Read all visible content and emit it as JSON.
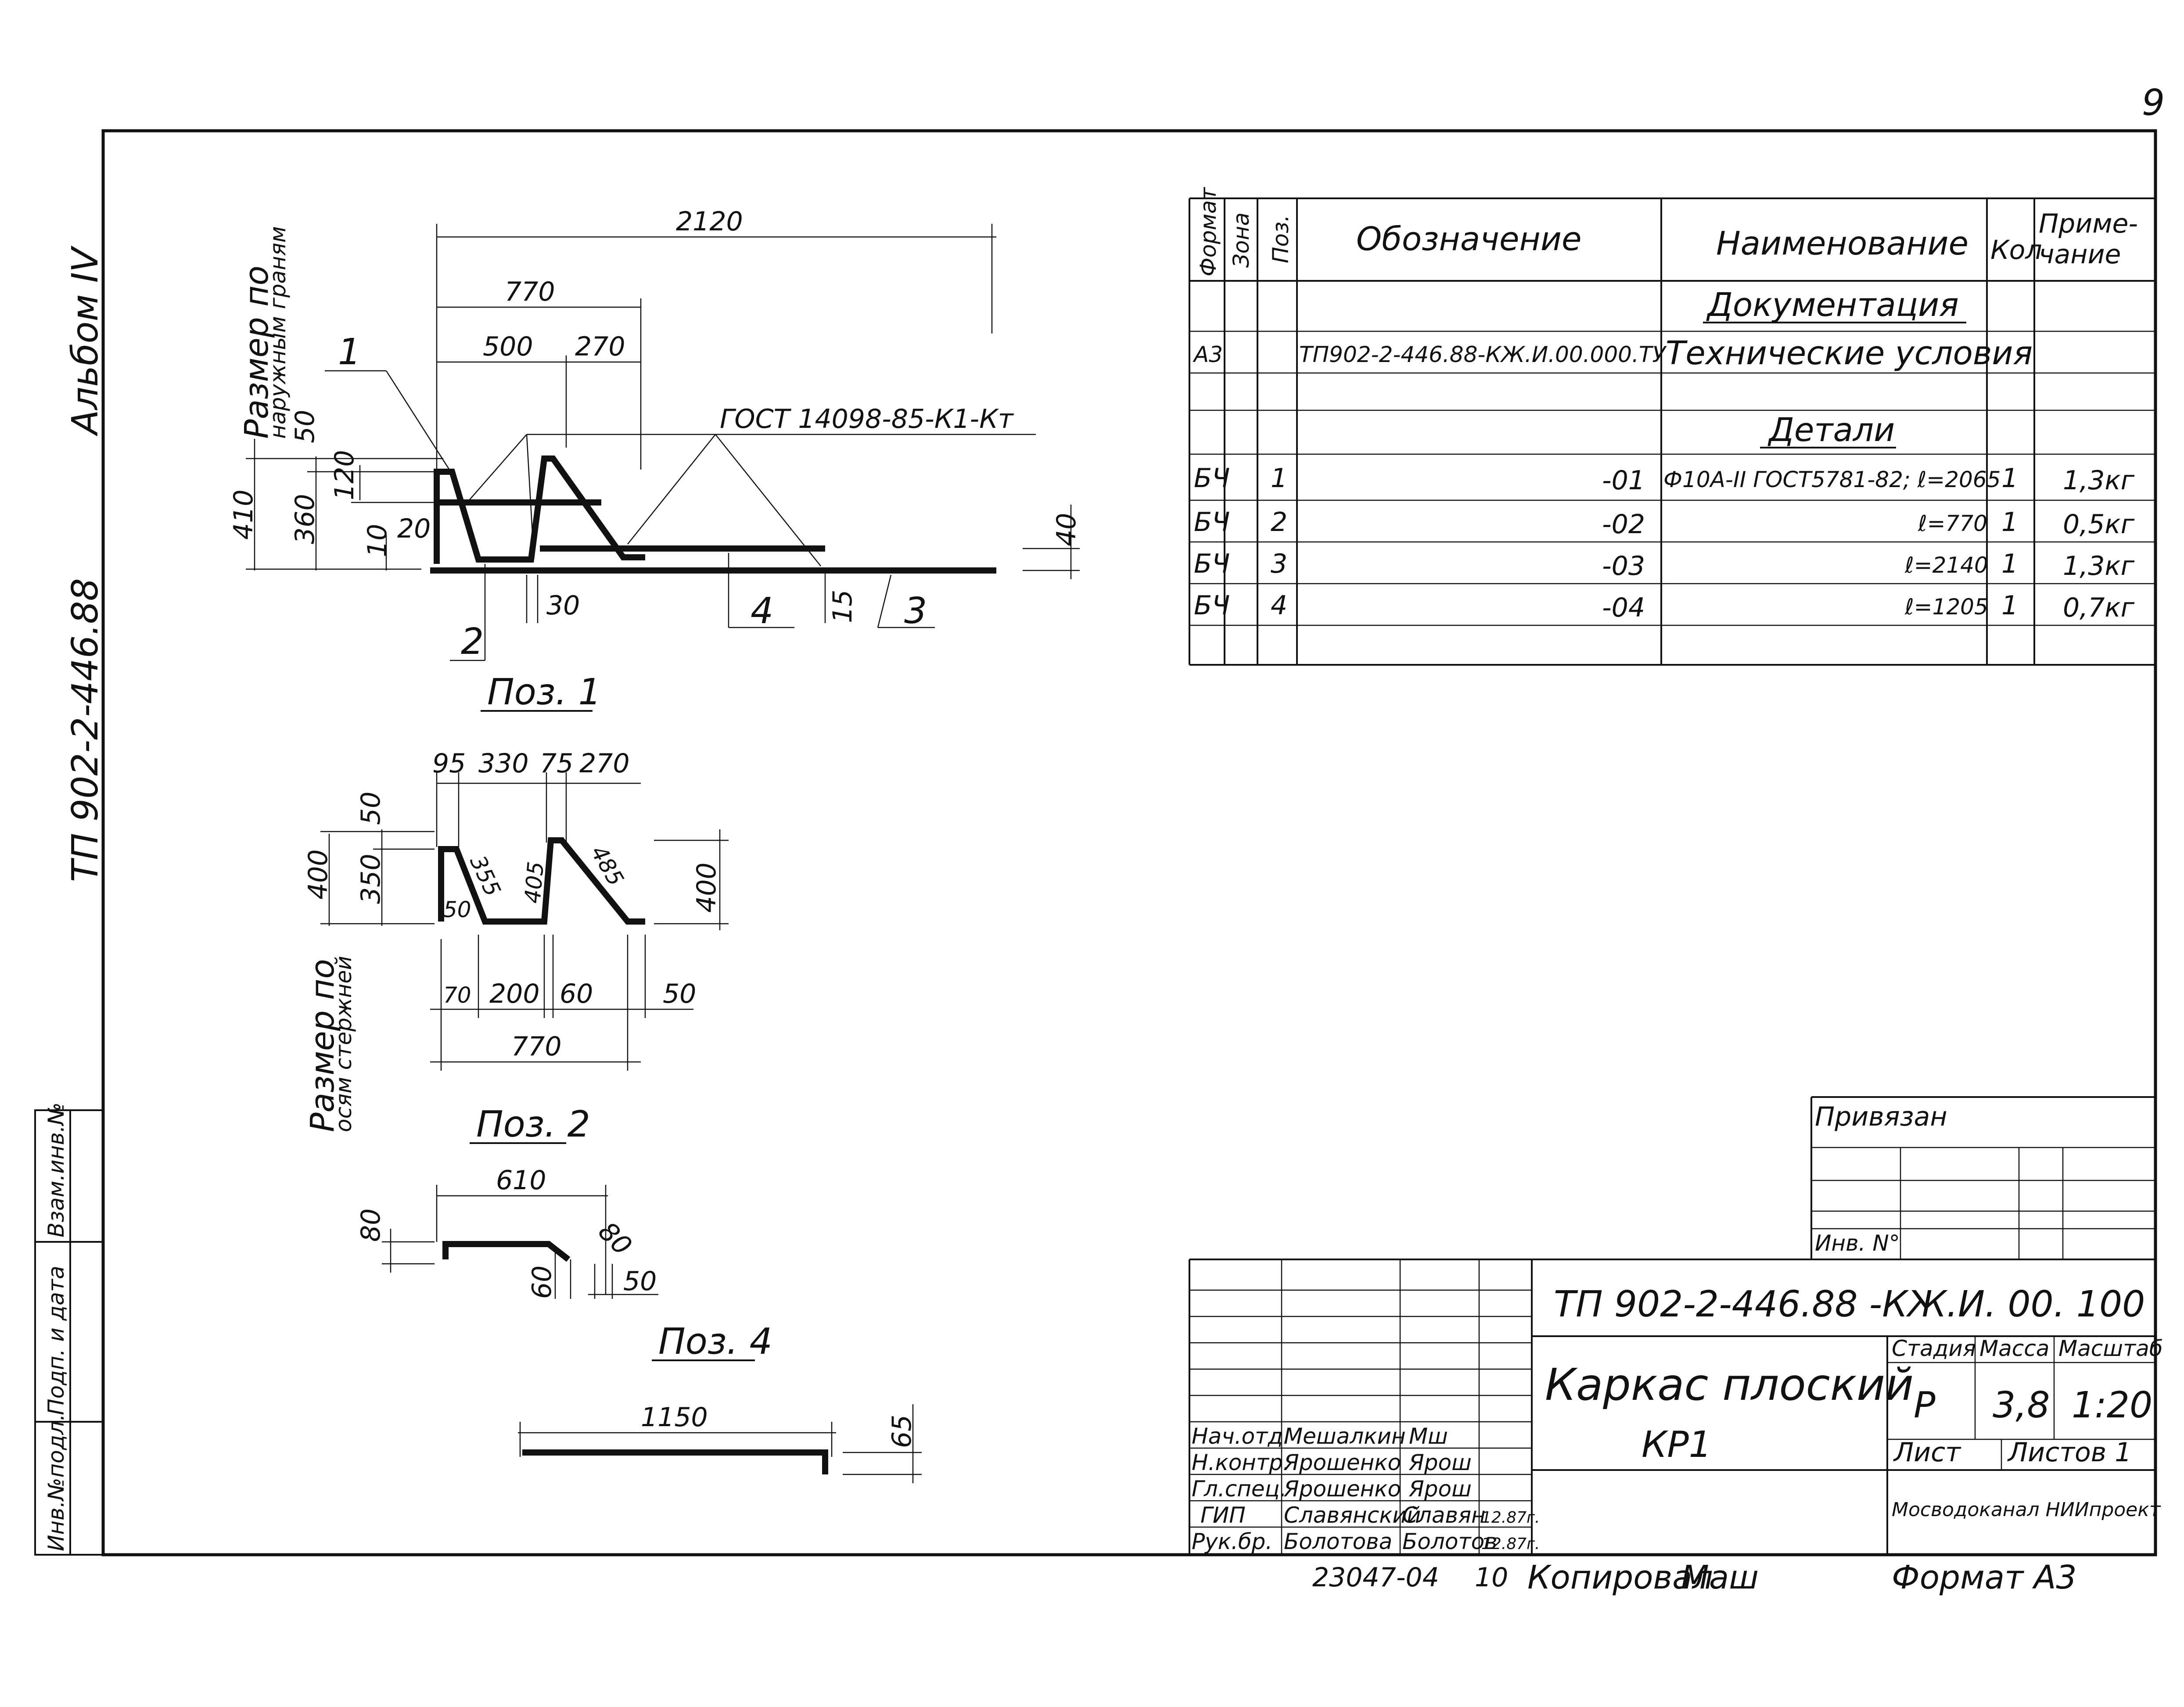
{
  "page": {
    "number": "9",
    "album": "Альбом IV",
    "project_code_vertical": "ТП 902-2-446.88"
  },
  "left_stamp": {
    "vzam_inv": "Взам.инв.№",
    "podp_data": "Подп. и дата",
    "inv_podl": "Инв.№подл."
  },
  "drawing_pos1": {
    "label": "Поз. 1",
    "note_outer": [
      "Размер по",
      "наружным граням"
    ],
    "dims": {
      "d2120": "2120",
      "d770": "770",
      "d500": "500",
      "d270": "270",
      "d410": "410",
      "d360": "360",
      "d50": "50",
      "d120": "120",
      "d10": "10",
      "d20": "20",
      "d30": "30",
      "d15": "15",
      "d40": "40"
    },
    "callouts": {
      "c1": "1",
      "c2": "2",
      "c3": "3",
      "c4": "4"
    },
    "gost": "ГОСТ 14098-85-К1-Кт"
  },
  "drawing_pos2": {
    "label": "Поз. 2",
    "note_axes": [
      "Размер по",
      "осям стержней"
    ],
    "dims": {
      "d95": "95",
      "d330": "330",
      "d75": "75",
      "d270": "270",
      "d50a": "50",
      "d400a": "400",
      "d350": "350",
      "d355": "355",
      "d405": "405",
      "d485": "485",
      "d400b": "400",
      "d50b": "50",
      "d70": "70",
      "d200": "200",
      "d60": "60",
      "d50c": "50",
      "d770": "770"
    }
  },
  "drawing_pos3": {
    "dims": {
      "d610": "610",
      "d80a": "80",
      "d80b": "80",
      "d60": "60",
      "d50": "50"
    }
  },
  "drawing_pos4": {
    "label": "Поз. 4",
    "dims": {
      "d1150": "1150",
      "d65": "65"
    }
  },
  "spec_table": {
    "headers": {
      "format": "Формат",
      "zone": "Зона",
      "pos": "Поз.",
      "designation": "Обозначение",
      "name": "Наименование",
      "qty": "Кол",
      "note": [
        "Приме-",
        "чание"
      ]
    },
    "section_docs": "Документация",
    "doc_row": {
      "format": "А3",
      "designation": "ТП902-2-446.88-КЖ.И.00.000.ТУ",
      "name": "Технические условия"
    },
    "section_parts": "Детали",
    "rows": [
      {
        "format": "БЧ",
        "pos": "1",
        "designation": "-01",
        "name": "Ф10А-II ГОСТ5781-82; ℓ=2065",
        "qty": "1",
        "note": "1,3кг"
      },
      {
        "format": "БЧ",
        "pos": "2",
        "designation": "-02",
        "name": "ℓ=770",
        "qty": "1",
        "note": "0,5кг"
      },
      {
        "format": "БЧ",
        "pos": "3",
        "designation": "-03",
        "name": "ℓ=2140",
        "qty": "1",
        "note": "1,3кг"
      },
      {
        "format": "БЧ",
        "pos": "4",
        "designation": "-04",
        "name": "ℓ=1205",
        "qty": "1",
        "note": "0,7кг"
      }
    ]
  },
  "privyazan": {
    "title": "Привязан",
    "inv": "Инв. N°"
  },
  "title_block": {
    "code": "ТП 902-2-446.88 -КЖ.И. 00. 100",
    "title": "Каркас плоский",
    "subtitle": "КР1",
    "stage_label": "Стадия",
    "mass_label": "Масса",
    "scale_label": "Масштаб",
    "stage": "Р",
    "mass": "3,8",
    "scale": "1:20",
    "sheet_label": "Лист",
    "sheets_label": "Листов 1",
    "org": "Мосводоканал НИИпроект",
    "people": [
      {
        "role": "Нач.отд.",
        "name": "Мешалкин",
        "sign": "Мш",
        "date": ""
      },
      {
        "role": "Н.контр.",
        "name": "Ярошенко",
        "sign": "Ярош",
        "date": ""
      },
      {
        "role": "Гл.спец.",
        "name": "Ярошенко",
        "sign": "Ярош",
        "date": ""
      },
      {
        "role": "ГИП",
        "name": "Славянский",
        "sign": "Славян",
        "date": "12.87г."
      },
      {
        "role": "Рук.бр.",
        "name": "Болотова",
        "sign": "Болотов",
        "date": "12.87г."
      }
    ]
  },
  "footer": {
    "inv_number": "23047-04",
    "copy_no": "10",
    "copied": "Копировал",
    "copied_sign": "Маш",
    "format": "Формат А3"
  }
}
